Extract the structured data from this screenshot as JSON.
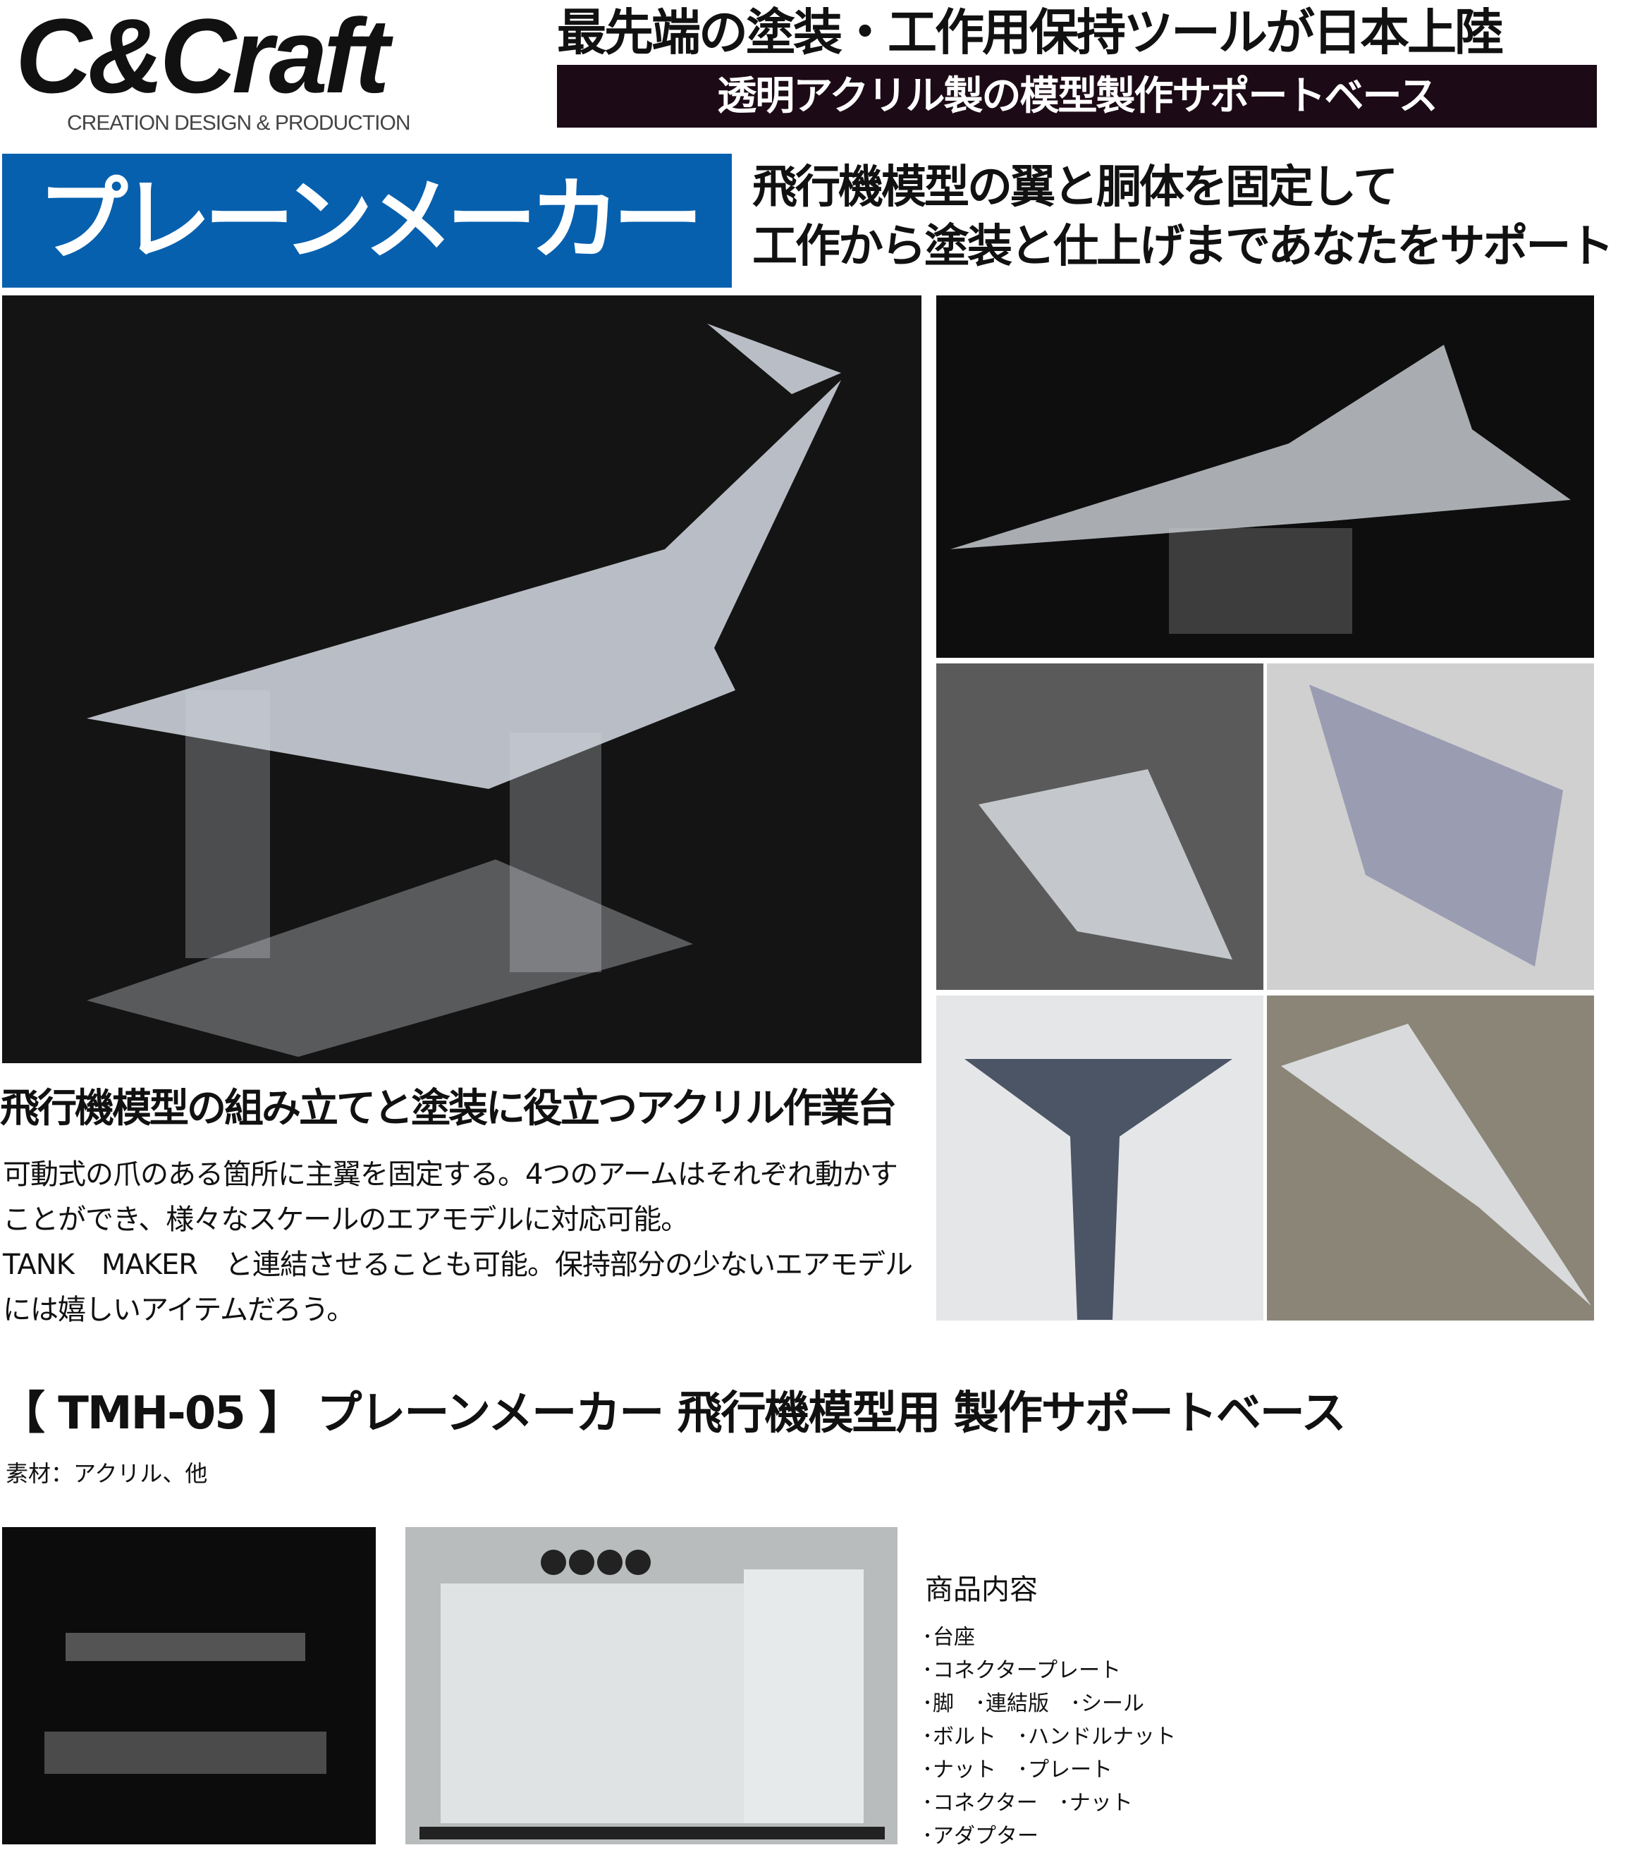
{
  "logo": {
    "name": "C&Craft",
    "tagline": "CREATION DESIGN & PRODUCTION"
  },
  "headline": "最先端の塗装・工作用保持ツールが日本上陸",
  "subheadline": "透明アクリル製の模型製作サポートベース",
  "product_name": "プレーンメーカー",
  "tagline": [
    "飛行機模型の翼と胴体を固定して",
    "工作から塗装と仕上げまであなたをサポート"
  ],
  "section_heading": "飛行機模型の組み立てと塗装に役立つアクリル作業台",
  "description": [
    "可動式の爪のある箇所に主翼を固定する。4つのアームはそれぞれ動かす",
    "ことができ、様々なスケールのエアモデルに対応可能。",
    "TANK　MAKER　と連結させることも可能。保持部分の少ないエアモデル",
    "には嬉しいアイテムだろう。"
  ],
  "product_title": "【 TMH-05 】 プレーンメーカー 飛行機模型用 製作サポートベース",
  "material": "素材：アクリル、他",
  "contents": {
    "title": "商品内容",
    "items": [
      "･台座",
      "･コネクタープレート",
      "･脚　･連結版　･シール",
      "･ボルト　･ハンドルナット",
      "･ナット　･プレート",
      "･コネクター　･ナット",
      "･アダプター"
    ]
  },
  "colors": {
    "brand_blue": "#0660ae",
    "dark_bar": "#1c0b17"
  }
}
